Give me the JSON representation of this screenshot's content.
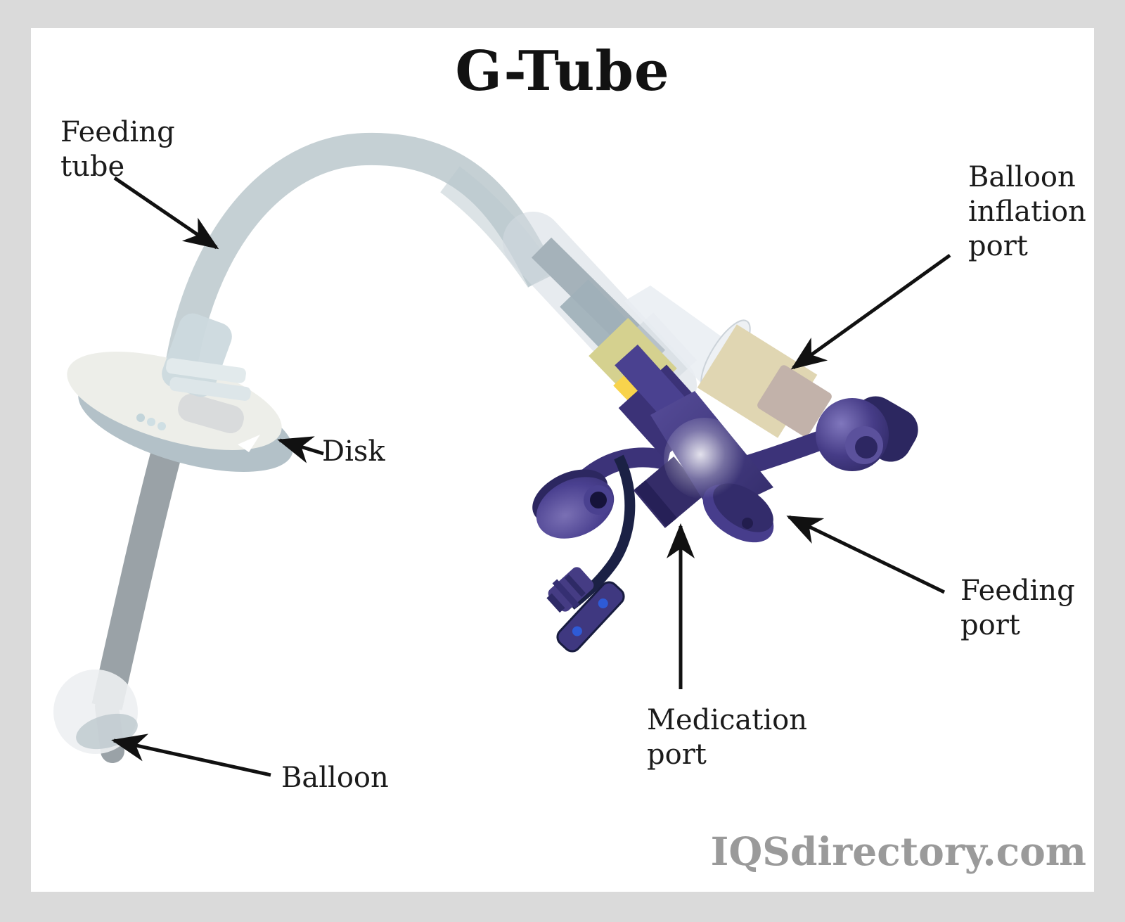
{
  "title": "G-Tube",
  "watermark": "IQSdirectory.com",
  "labels": {
    "feeding_tube": "Feeding\ntube",
    "balloon_inflation_port": "Balloon\ninflation\nport",
    "disk": "Disk",
    "feeding_port": "Feeding\nport",
    "medication_port": "Medication\nport",
    "balloon": "Balloon"
  },
  "colors": {
    "frame": "#dadada",
    "canvas": "#ffffff",
    "label_text": "#1b1b1b",
    "arrow": "#111111",
    "tube_upper": "#c5d0d4",
    "tube_inner_dark": "#6d8089",
    "tube_lower": "#9aa2a7",
    "disk_top": "#edeee9",
    "disk_underside": "#b3c1c8",
    "balloon_fill": "#edf0f2",
    "connector_yellow": "#f8d34c",
    "connector_olive": "#d5d18f",
    "port_assembly_purple": "#3e3580",
    "strap_navy": "#1b2145",
    "inflation_port_beige": "#e0d6b2",
    "inflation_port_tip": "#c2b2aa",
    "watermark_text": "#9a9a9a"
  }
}
